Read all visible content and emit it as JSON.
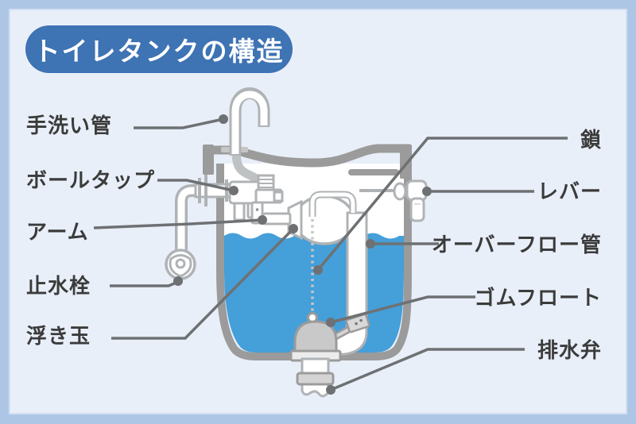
{
  "title": {
    "text": "トイレタンクの構造"
  },
  "labels": {
    "left": [
      {
        "id": "hand-wash-pipe",
        "text": "手洗い管"
      },
      {
        "id": "ball-tap",
        "text": "ボールタップ"
      },
      {
        "id": "arm",
        "text": "アーム"
      },
      {
        "id": "stop-valve",
        "text": "止水栓"
      },
      {
        "id": "float-ball",
        "text": "浮き玉"
      }
    ],
    "right": [
      {
        "id": "chain",
        "text": "鎖"
      },
      {
        "id": "lever",
        "text": "レバー"
      },
      {
        "id": "overflow-pipe",
        "text": "オーバーフロー管"
      },
      {
        "id": "rubber-float",
        "text": "ゴムフロート"
      },
      {
        "id": "drain-valve",
        "text": "排水弁"
      }
    ]
  },
  "colors": {
    "frame": "#adc6e6",
    "panel": "#e9eff9",
    "panel_border": "#d3dff2",
    "badge": "#3e73b4",
    "badge_text": "#ffffff",
    "label_text": "#3b3b3b",
    "leader": "#6e7173",
    "water": "#459fd9",
    "outline_gray": "#9b9b9b",
    "pipe_gray": "#b0b3b5",
    "light_gray": "#c9c9c9"
  }
}
